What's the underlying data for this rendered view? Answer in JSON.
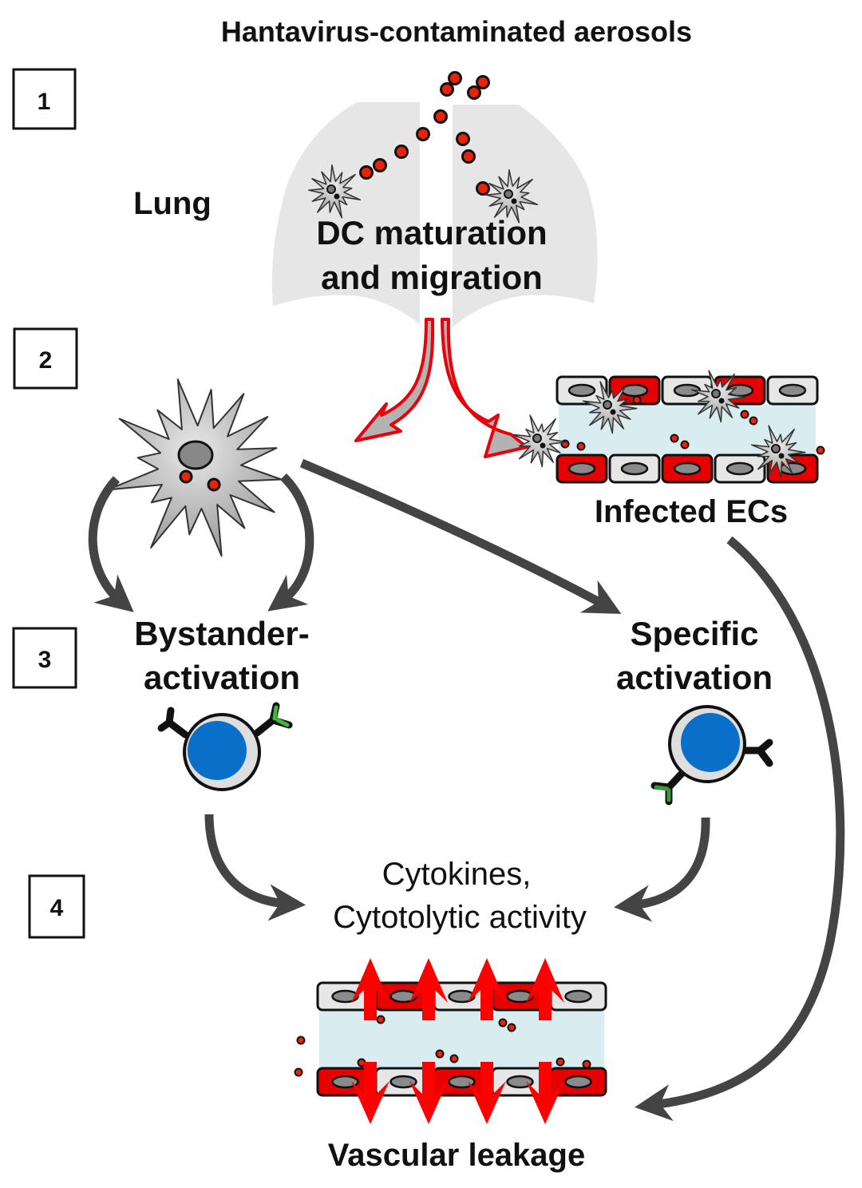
{
  "title": "Hantavirus-contaminated aerosols",
  "steps": [
    "1",
    "2",
    "3",
    "4"
  ],
  "labels": {
    "lung": "Lung",
    "dc_line1": "DC maturation",
    "dc_line2": "and migration",
    "infected_ecs": "Infected ECs",
    "bystander_line1": "Bystander-",
    "bystander_line2": "activation",
    "specific_line1": "Specific",
    "specific_line2": "activation",
    "cytokines_line1": "Cytokines,",
    "cytokines_line2": "Cytotolytic activity",
    "vascular_leakage": "Vascular leakage"
  },
  "colors": {
    "virus_red": "#e8230a",
    "ec_infected_red": "#e60000",
    "ec_healthy": "#e6e6e6",
    "lumen": "#d9ecf0",
    "lung_gray": "#e6e6e6",
    "arrow_dark": "#444444",
    "arrow_red_outline": "#e8000b",
    "tcell_nucleus": "#0a6fc9",
    "receptor_green": "#3db83d"
  }
}
